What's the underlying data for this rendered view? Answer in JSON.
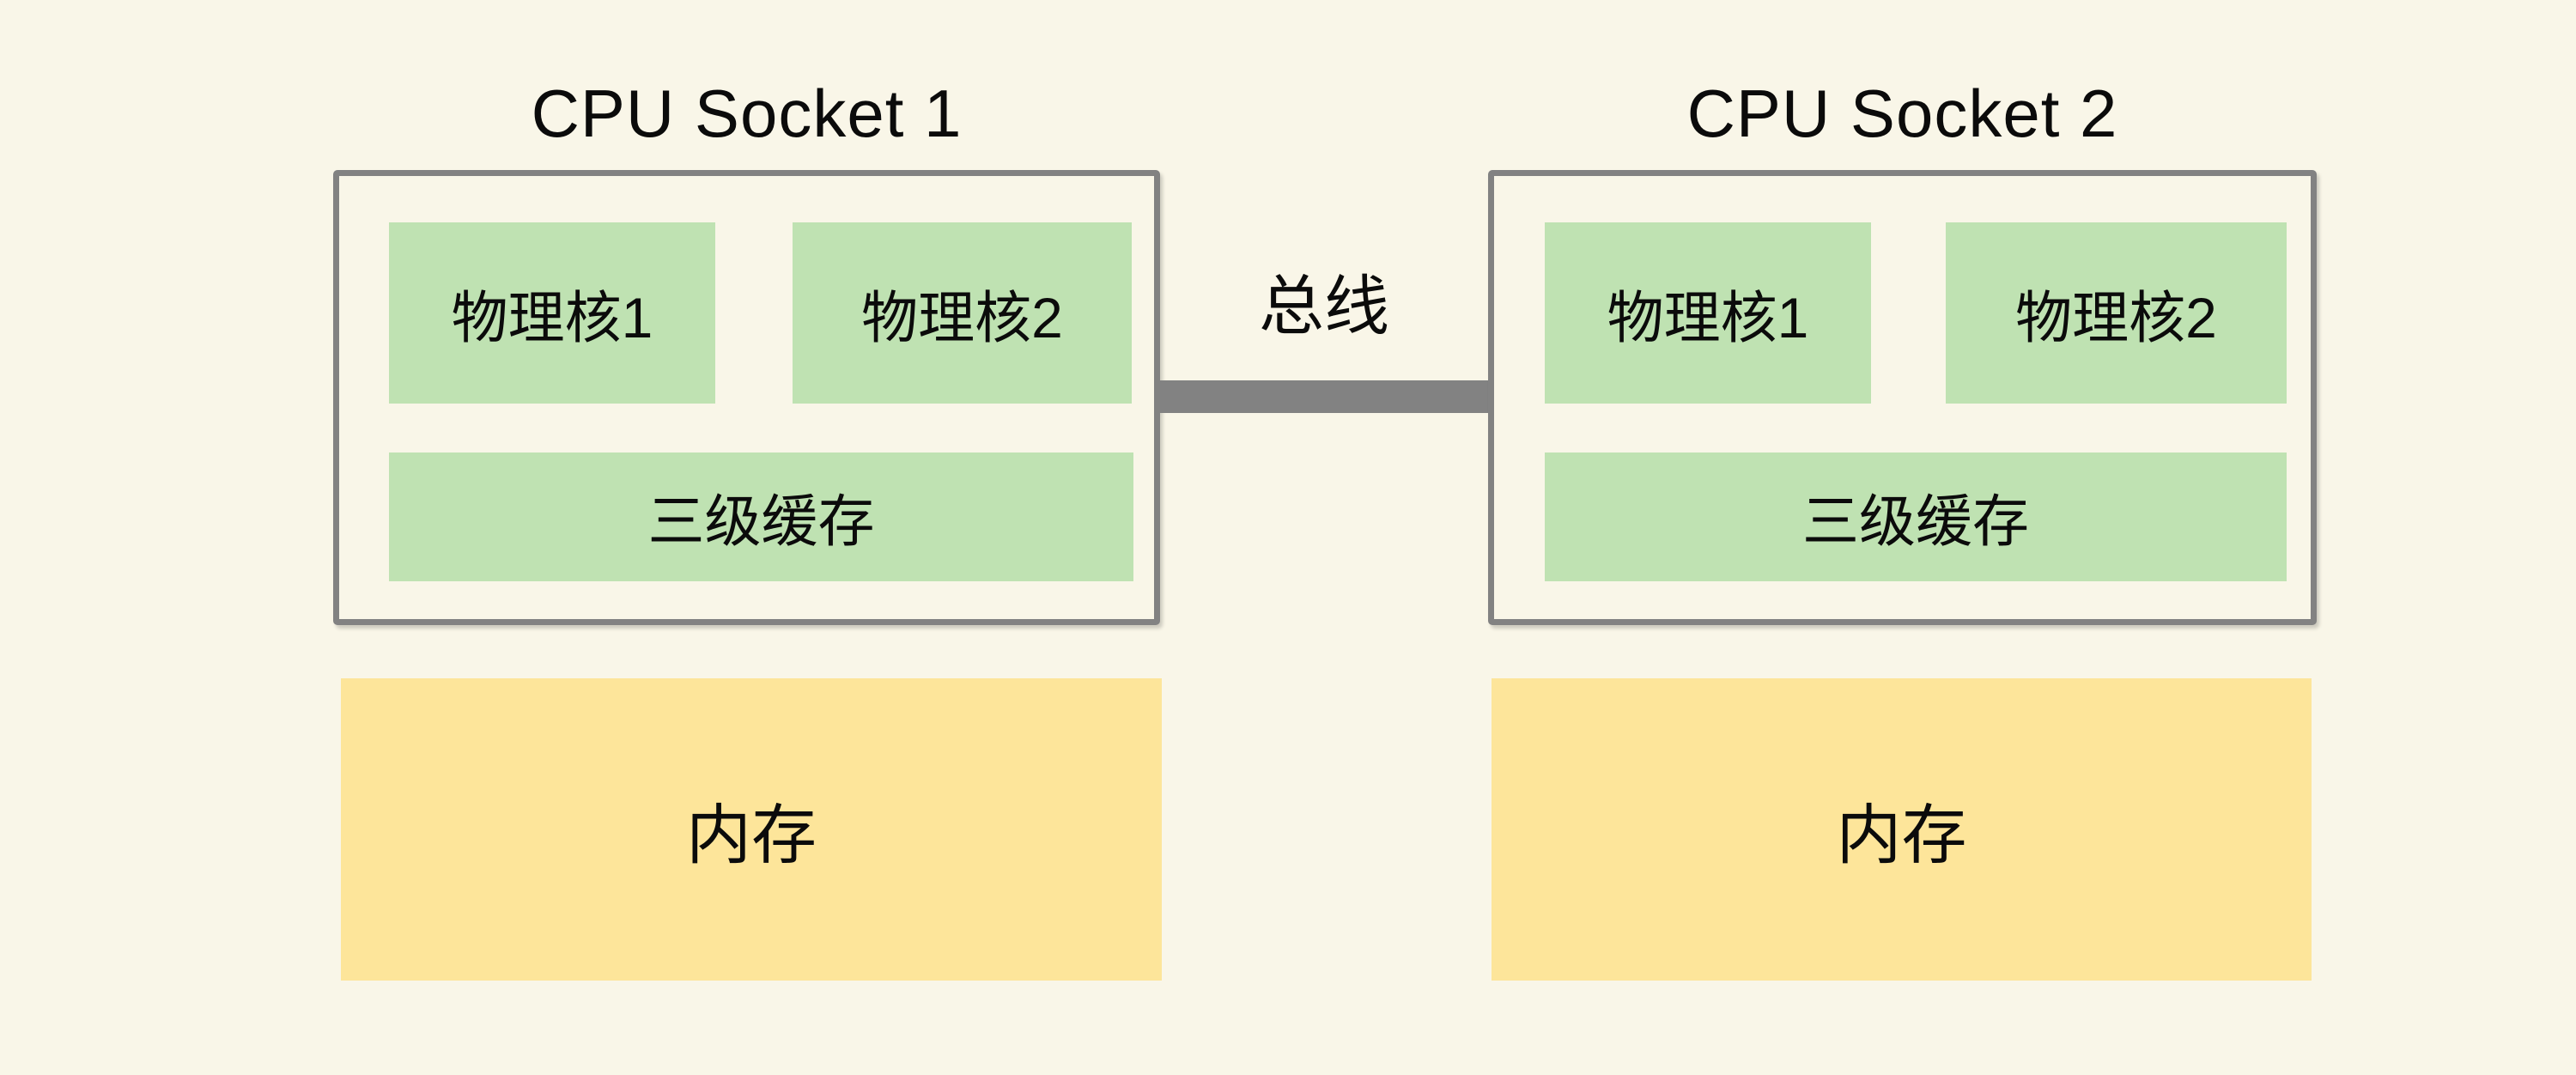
{
  "colors": {
    "background": "#f9f6e8",
    "box_green": "#bfe2b2",
    "box_yellow": "#fde59a",
    "line_gray": "#828282",
    "text": "#0b0b0b"
  },
  "bus": {
    "label": "总线"
  },
  "sockets": [
    {
      "title": "CPU Socket 1",
      "cores": [
        "物理核1",
        "物理核2"
      ],
      "cache": "三级缓存",
      "memory": "内存"
    },
    {
      "title": "CPU Socket 2",
      "cores": [
        "物理核1",
        "物理核2"
      ],
      "cache": "三级缓存",
      "memory": "内存"
    }
  ]
}
